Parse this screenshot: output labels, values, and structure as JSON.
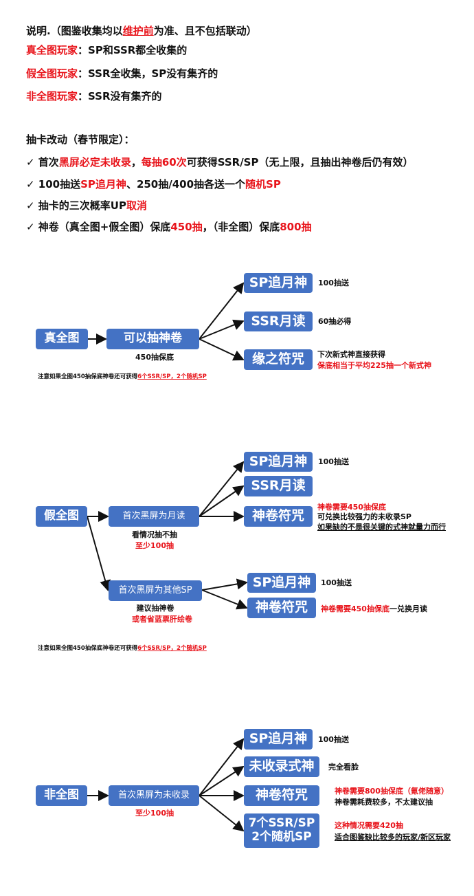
{
  "intro": {
    "l1a": "说明.（图鉴收集均以",
    "l1b": "维护前",
    "l1c": "为准、且不包括联动）",
    "l2a": "真全图玩家",
    "l2b": "：SP和SSR都全收集的",
    "l3a": "假全图玩家",
    "l3b": "：SSR全收集，SP没有集齐的",
    "l4a": "非全图玩家",
    "l4b": "：SSR没有集齐的"
  },
  "changes": {
    "title": "抽卡改动（春节限定）：",
    "check": "✓",
    "c1a": " 首次",
    "c1b": "黑屏必定未收录",
    "c1c": "，",
    "c1d": "每抽60次",
    "c1e": "可获得SSR/SP（无上限，且抽出神卷后仍有效）",
    "c2a": " 100抽送",
    "c2b": "SP追月神",
    "c2c": "、250抽/400抽各送一个",
    "c2d": "随机SP",
    "c3a": " 抽卡的三次概率UP",
    "c3b": "取消",
    "c4a": " 神卷（真全图+假全图）保底",
    "c4b": "450抽",
    "c4c": "，（非全图）保底",
    "c4d": "800抽"
  },
  "s1": {
    "root": "真全图",
    "mid": "可以抽神卷",
    "mid_note": "450抽保底",
    "b1": "SP追月神",
    "b1n": "100抽送",
    "b2": "SSR月读",
    "b2n": "60抽必得",
    "b3": "缘之符咒",
    "b3n1": "下次新式神直接获得",
    "b3n2": "保底相当于平均225抽一个新式神",
    "note_a": "注意如果全图450抽保底神卷还可获得",
    "note_b": "6个SSR/SP，2个随机SP"
  },
  "s2": {
    "root": "假全图",
    "m1": "首次黑屏为月读",
    "m1n1": "看情况抽不抽",
    "m1n2": "至少100抽",
    "b1": "SP追月神",
    "b1n": "100抽送",
    "b2": "SSR月读",
    "b3": "神卷符咒",
    "b3n1": "神卷需要450抽保底",
    "b3n2": "可兑换比较强力的未收录SP",
    "b3n3": "如果缺的不是很关键的式神就量力而行",
    "m2": "首次黑屏为其他SP",
    "m2n1": "建议抽神卷",
    "m2n2": "或者省蓝票肝绘卷",
    "b4": "SP追月神",
    "b4n": "100抽送",
    "b5": "神卷符咒",
    "b5n1": "神卷需要450抽保底",
    "b5n2": "一兑换月读",
    "note_a": "注意如果全图450抽保底神卷还可获得",
    "note_b": "6个SSR/SP，2个随机SP"
  },
  "s3": {
    "root": "非全图",
    "mid": "首次黑屏为未收录",
    "mid_note": "至少100抽",
    "b1": "SP追月神",
    "b1n": "100抽送",
    "b2": "未收录式神",
    "b2n": "完全看脸",
    "b3": "神卷符咒",
    "b3n1": "神卷需要800抽保底（氪佬随意）",
    "b3n2": "神卷需耗费较多，不太建议抽",
    "b4a": "7个SSR/SP",
    "b4b": "2个随机SP",
    "b4n1": "这种情况需要420抽",
    "b4n2": "适合图鉴缺比较多的玩家/新区玩家"
  },
  "colors": {
    "box": "#4472c4",
    "red": "#e8141b"
  }
}
